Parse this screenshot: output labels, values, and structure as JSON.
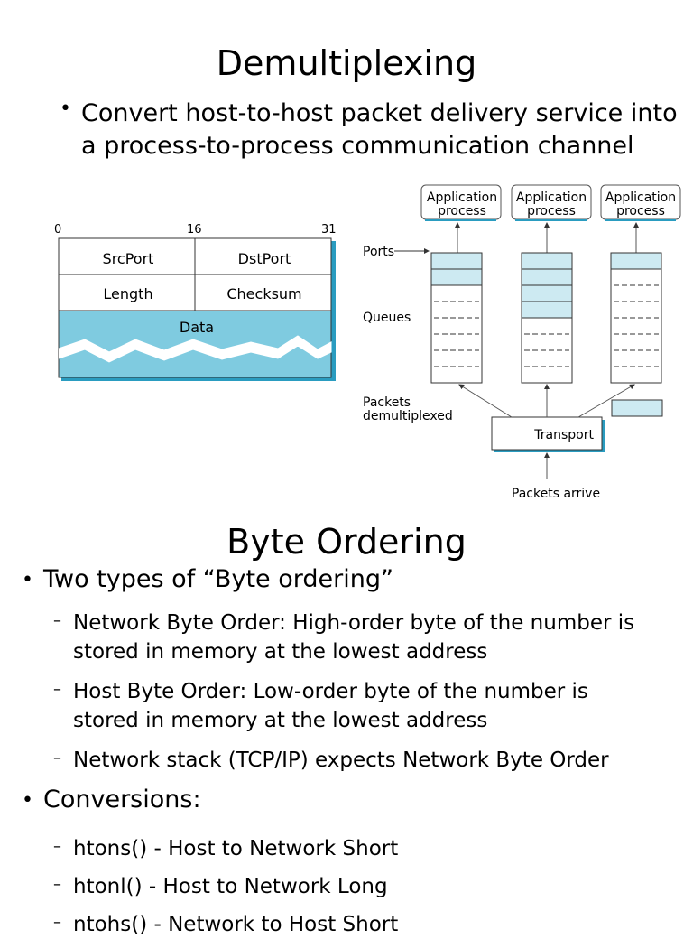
{
  "section1": {
    "title": "Demultiplexing",
    "bullet": "Convert host-to-host packet delivery service into",
    "bullet_line2": "a process-to-process communication channel",
    "bullet_symbol": "•"
  },
  "udp_header": {
    "bit_labels": [
      "0",
      "16",
      "31"
    ],
    "fields": [
      "SrcPort",
      "DstPort",
      "Length",
      "Checksum"
    ],
    "data_label": "Data",
    "colors": {
      "data_fill": "#7fcbe0",
      "shadow": "#2a9cc0"
    }
  },
  "demux_diagram": {
    "app_boxes": [
      "Application",
      "Application",
      "Application"
    ],
    "app_box_line2": "process",
    "labels": {
      "ports": "Ports",
      "queues": "Queues",
      "packets_demux_1": "Packets",
      "packets_demux_2": "demultiplexed",
      "transport": "Transport",
      "packets_arrive": "Packets arrive"
    },
    "queues": [
      {
        "filled_slots": 2
      },
      {
        "filled_slots": 4
      },
      {
        "filled_slots": 1
      }
    ],
    "colors": {
      "filled": "#cdeaf2",
      "accent": "#2a9cc0"
    }
  },
  "section2": {
    "title": "Byte Ordering",
    "bullets": [
      {
        "text": "Two types of “Byte ordering”",
        "sub": [
          [
            "Network Byte Order: High-order byte of the number is",
            "stored in memory at the lowest address"
          ],
          [
            "Host Byte Order: Low-order byte of the number is",
            "stored in memory at the lowest address"
          ],
          [
            "Network stack (TCP/IP) expects Network Byte Order"
          ]
        ]
      },
      {
        "text": "Conversions:",
        "sub": [
          [
            "htons() - Host to Network Short"
          ],
          [
            "htonl() - Host to Network Long"
          ],
          [
            "ntohs() - Network to Host Short"
          ]
        ]
      }
    ],
    "dash_symbol": "–"
  }
}
